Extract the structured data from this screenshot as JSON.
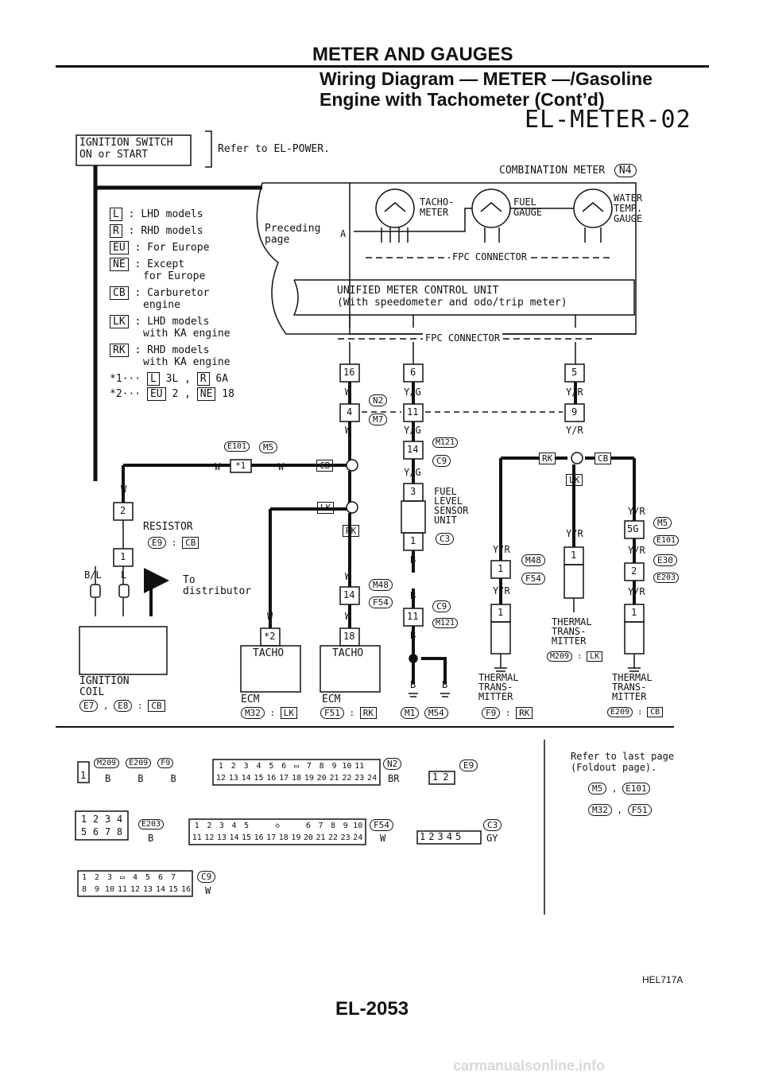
{
  "header": {
    "section_title": "METER AND GAUGES",
    "subtitle_line1": "Wiring Diagram — METER —/Gasoline",
    "subtitle_line2": "Engine with Tachometer (Cont’d)",
    "diagram_code": "EL-METER-02"
  },
  "top_blocks": {
    "ignition_switch_line1": "IGNITION SWITCH",
    "ignition_switch_line2": "ON or START",
    "refer_power": "Refer to EL-POWER.",
    "combination_meter": "COMBINATION METER",
    "combination_meter_conn": "N4"
  },
  "legend": [
    {
      "code": "L",
      "label": "LHD models",
      "label2": ""
    },
    {
      "code": "R",
      "label": "RHD models",
      "label2": ""
    },
    {
      "code": "EU",
      "label": "For Europe",
      "label2": ""
    },
    {
      "code": "NE",
      "label": "Except",
      "label2": "for Europe"
    },
    {
      "code": "CB",
      "label": "Carburetor",
      "label2": "engine"
    },
    {
      "code": "LK",
      "label": "LHD models",
      "label2": "with KA engine"
    },
    {
      "code": "RK",
      "label": "RHD models",
      "label2": "with KA engine"
    }
  ],
  "notes": {
    "n1_mark": "*1···",
    "n1_a": "L",
    "n1_a_pin": "3L",
    "n1_b": "R",
    "n1_b_pin": "6A",
    "n2_mark": "*2···",
    "n2_a": "EU",
    "n2_a_pin": "2",
    "n2_b": "NE",
    "n2_b_pin": "18"
  },
  "meter": {
    "preceding_line1": "Preceding",
    "preceding_line2": "page",
    "arrow_a": "A",
    "tacho_line1": "TACHO-",
    "tacho_line2": "METER",
    "fuel_line1": "FUEL",
    "fuel_line2": "GAUGE",
    "water_line1": "WATER",
    "water_line2": "TEMP.",
    "water_line3": "GAUGE",
    "fpc_connector": "FPC CONNECTOR",
    "unified_line1": "UNIFIED METER CONTROL UNIT",
    "unified_line2": "(With speedometer and odo/trip meter)",
    "fpc_connector_2": "FPC CONNECTOR",
    "pin_16": "16",
    "pin_6": "6",
    "pin_5": "5"
  },
  "wires": {
    "w": "W",
    "yg": "Y/G",
    "yr": "Y/R",
    "b": "B",
    "bl": "B/L",
    "l": "L",
    "n2": "N2",
    "m7": "M7",
    "pin_4": "4",
    "pin_11": "11",
    "pin_9": "9",
    "m121": "M121",
    "c9": "C9",
    "pin_14": "14",
    "e101": "E101",
    "m5": "M5",
    "star1": "*1",
    "cb": "CB",
    "lk": "LK",
    "rk": "RK"
  },
  "components": {
    "resistor": "RESISTOR",
    "resistor_conn": "E9",
    "resistor_cond": "CB",
    "res_pin2": "2",
    "res_pin1": "1",
    "to_line1": "To",
    "to_line2": "distributor",
    "ignition_coil_line1": "IGNITION",
    "ignition_coil_line2": "COIL",
    "ign_conn1": "E7",
    "ign_conn2": "E8",
    "ign_cond": "CB",
    "fuel_sensor_line1": "FUEL",
    "fuel_sensor_line2": "LEVEL",
    "fuel_sensor_line3": "SENSOR",
    "fuel_sensor_line4": "UNIT",
    "fuel_conn": "C3",
    "fuel_pin3": "3",
    "fuel_pin1": "1",
    "c9b": "C9",
    "m121b": "M121",
    "pin_11b": "11",
    "m48": "M48",
    "f54": "F54",
    "pin_14b": "14",
    "pin_18": "18",
    "star2": "*2",
    "tacho": "TACHO",
    "ecm": "ECM",
    "ecm1_conn": "M32",
    "ecm1_cond": "LK",
    "ecm2_conn": "F51",
    "ecm2_cond": "RK",
    "gnd_m1": "M1",
    "gnd_m54": "M54",
    "thermal_line1": "THERMAL",
    "thermal_line2": "TRANS-",
    "thermal_line3": "MITTER",
    "t1_conn": "F9",
    "t1_cond": "RK",
    "t1_m48": "M48",
    "t1_f54": "F54",
    "t2_conn": "M209",
    "t2_cond": "LK",
    "t3_conn": "E209",
    "t3_cond": "CB",
    "t3_m5": "M5",
    "t3_e101": "E101",
    "t3_e30": "E30",
    "t3_e203": "E203",
    "pin_5g": "5G",
    "pin_2": "2",
    "pin_1": "1"
  },
  "connectors_table": {
    "c1_codes": [
      "M209",
      "E209",
      "F9"
    ],
    "c1_colors": [
      "B",
      "B",
      "B"
    ],
    "c1_pin": "1",
    "c2_top": [
      "1",
      "2",
      "3",
      "4",
      "5",
      "6",
      "",
      "7",
      "8",
      "9",
      "10",
      "11"
    ],
    "c2_bot": [
      "12",
      "13",
      "14",
      "15",
      "16",
      "17",
      "18",
      "19",
      "20",
      "21",
      "22",
      "23",
      "24"
    ],
    "c2_code": "N2",
    "c2_color": "BR",
    "c3_pins": [
      "1",
      "2"
    ],
    "c3_code": "E9",
    "c4_top": [
      "1",
      "2",
      "3",
      "4"
    ],
    "c4_bot": [
      "5",
      "6",
      "7",
      "8"
    ],
    "c4_code": "E203",
    "c4_color": "B",
    "c5_top": [
      "1",
      "2",
      "3",
      "4",
      "5",
      "",
      "6",
      "7",
      "8",
      "9",
      "10"
    ],
    "c5_bot": [
      "11",
      "12",
      "13",
      "14",
      "15",
      "16",
      "17",
      "18",
      "19",
      "20",
      "21",
      "22",
      "23",
      "24"
    ],
    "c5_code": "F54",
    "c5_color": "W",
    "c6_pins": [
      "1",
      "2",
      "3",
      "4",
      "5"
    ],
    "c6_code": "C3",
    "c6_color": "GY",
    "c7_top": [
      "1",
      "2",
      "3",
      "",
      "4",
      "5",
      "6",
      "7"
    ],
    "c7_bot": [
      "8",
      "9",
      "10",
      "11",
      "12",
      "13",
      "14",
      "15",
      "16"
    ],
    "c7_code": "C9",
    "c7_color": "W",
    "refer_line1": "Refer to last page",
    "refer_line2": "(Foldout page).",
    "refer_pair1": [
      "M5",
      "E101"
    ],
    "refer_pair2": [
      "M32",
      "F51"
    ]
  },
  "footer": {
    "figure_code": "HEL717A",
    "page_number": "EL-2053",
    "watermark": "carmanualsonline.info"
  }
}
